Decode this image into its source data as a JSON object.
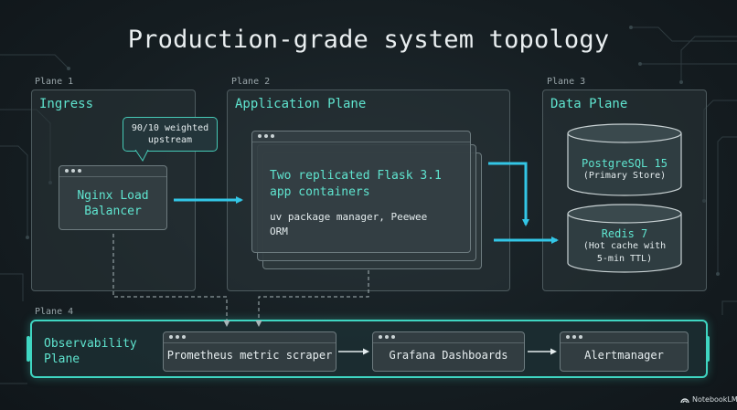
{
  "title": "Production-grade system topology",
  "planes": {
    "p1": {
      "tag": "Plane 1",
      "title": "Ingress"
    },
    "p2": {
      "tag": "Plane 2",
      "title": "Application Plane"
    },
    "p3": {
      "tag": "Plane 3",
      "title": "Data Plane"
    },
    "p4": {
      "tag": "Plane 4",
      "title_line1": "Observability",
      "title_line2": "Plane"
    }
  },
  "ingress": {
    "bubble_line1": "90/10 weighted",
    "bubble_line2": "upstream",
    "lb_line1": "Nginx Load",
    "lb_line2": "Balancer"
  },
  "app": {
    "heading_line1": "Two replicated Flask 3.1",
    "heading_line2": "app containers",
    "detail_line1": "uv package manager, Peewee",
    "detail_line2": "ORM"
  },
  "data": {
    "postgres_name": "PostgreSQL 15",
    "postgres_sub": "(Primary Store)",
    "redis_name": "Redis 7",
    "redis_sub_line1": "(Hot cache with",
    "redis_sub_line2": "5-min TTL)"
  },
  "observability": {
    "prometheus": "Prometheus metric scraper",
    "grafana": "Grafana Dashboards",
    "alertmanager": "Alertmanager"
  },
  "brand": "NotebookLM",
  "colors": {
    "accent": "#3fd6c2",
    "arrow": "#33c6e6",
    "text": "#dfe8ea"
  }
}
